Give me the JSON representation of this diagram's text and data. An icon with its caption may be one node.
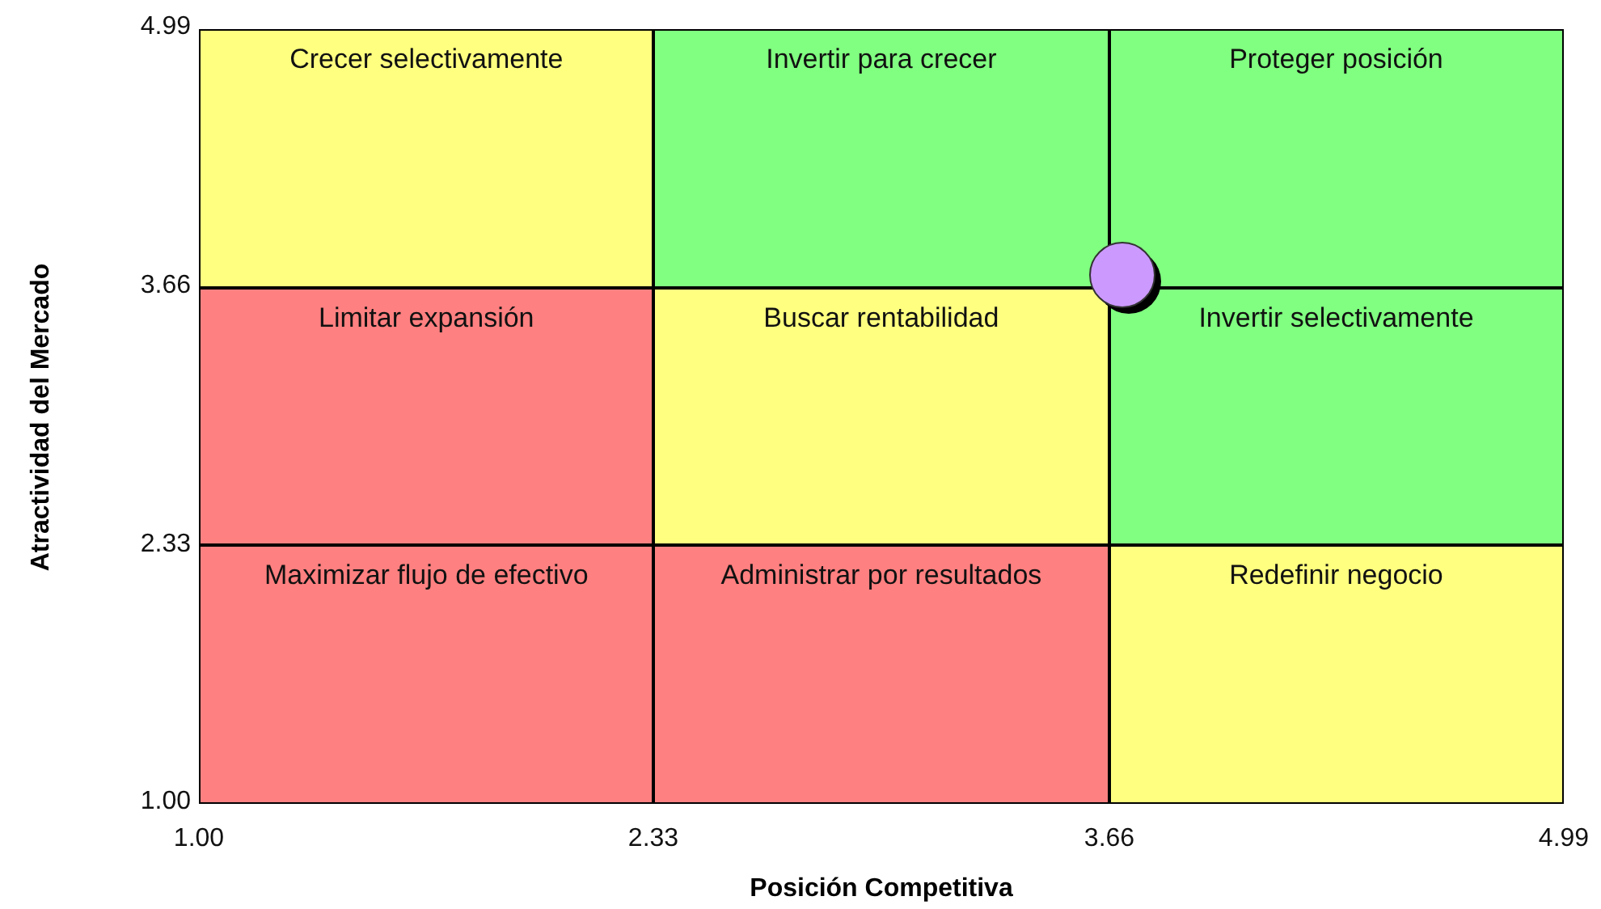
{
  "diagram": {
    "nodes": [
      {
        "text": [
          "Crecer selectivamente"
        ]
      },
      {
        "text": [
          "Invertir para crecer"
        ]
      },
      {
        "text": [
          "Proteger posición"
        ]
      },
      {
        "text": [
          "Limitar expansión"
        ]
      },
      {
        "text": [
          "Buscar rentabilidad"
        ]
      },
      {
        "text": [
          "Invertir selectivamente"
        ]
      },
      {
        "text": [
          "Maximizar flujo de efectivo"
        ]
      },
      {
        "text": [
          "Administrar por resultados"
        ]
      },
      {
        "text": [
          "Redefinir negocio"
        ]
      },
      {
        "text": [],
        "shape": "circle"
      }
    ],
    "labels": [
      "4.99",
      "3.66",
      "2.33",
      "1.00",
      "Atractividad del Mercado",
      "1.00",
      "2.33",
      "3.66",
      "4.99",
      "Posición Competitiva"
    ]
  }
}
